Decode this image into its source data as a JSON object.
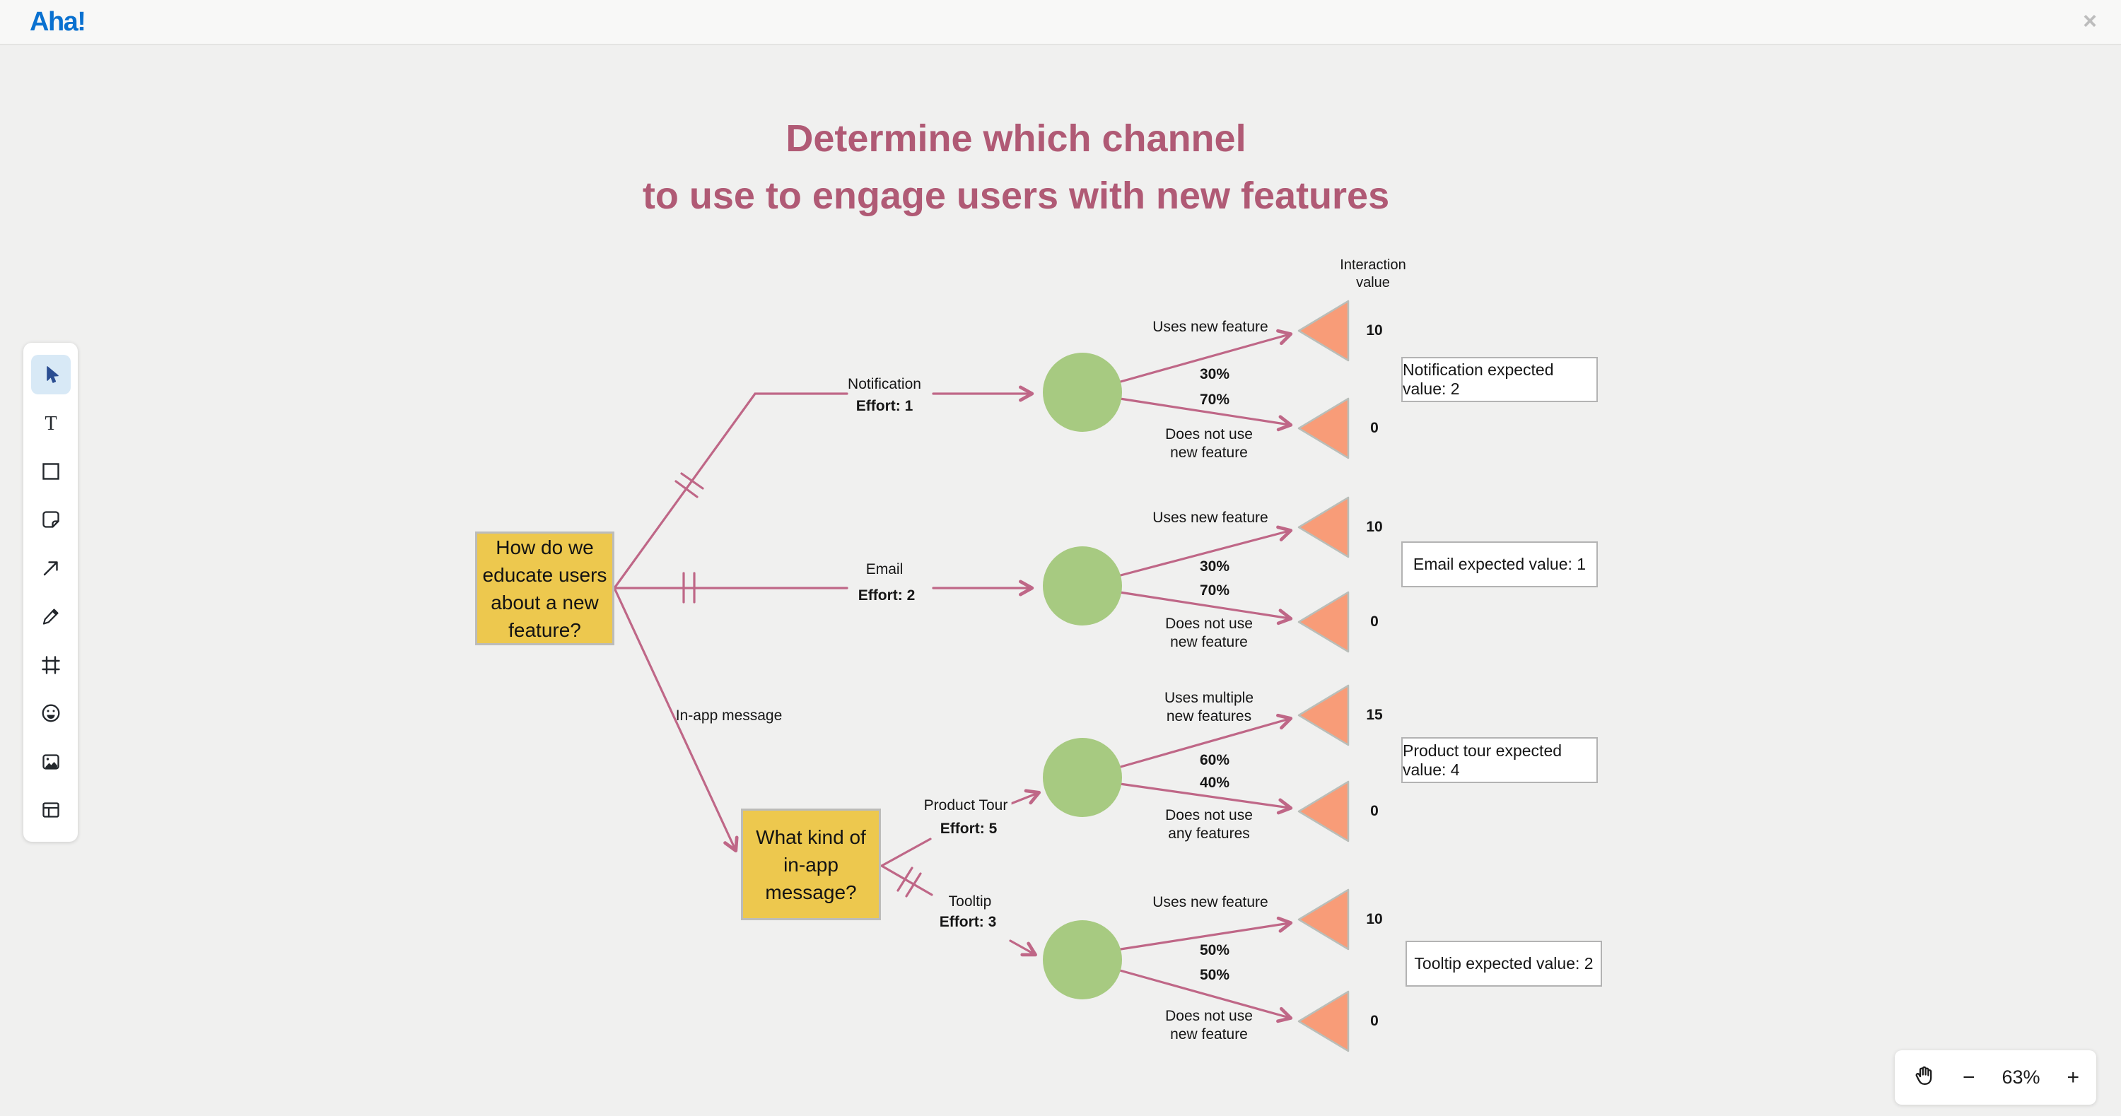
{
  "header": {
    "logo": "Aha!",
    "close": "×"
  },
  "title": {
    "line1": "Determine which channel",
    "line2": "to use to engage users with new features"
  },
  "column": {
    "line1": "Interaction",
    "line2": "value"
  },
  "nodes": {
    "root": {
      "text": "How do we educate users about a new feature?"
    },
    "inapp": {
      "text": "What kind of in-app message?"
    }
  },
  "branches": {
    "notification": {
      "name": "Notification",
      "effort": "Effort: 1"
    },
    "email": {
      "name": "Email",
      "effort": "Effort: 2"
    },
    "inapp": {
      "name": "In-app message"
    },
    "product_tour": {
      "name": "Product Tour",
      "effort": "Effort: 5"
    },
    "tooltip": {
      "name": "Tooltip",
      "effort": "Effort: 3"
    }
  },
  "outcomes": {
    "notification_use": {
      "label1": "Uses new feature",
      "prob": "30%",
      "value": "10"
    },
    "notification_no": {
      "label1": "Does not use",
      "label2": "new feature",
      "prob": "70%",
      "value": "0"
    },
    "email_use": {
      "label1": "Uses new feature",
      "prob": "30%",
      "value": "10"
    },
    "email_no": {
      "label1": "Does not use",
      "label2": "new feature",
      "prob": "70%",
      "value": "0"
    },
    "product_tour_use": {
      "label1": "Uses multiple",
      "label2": "new features",
      "prob": "60%",
      "value": "15"
    },
    "product_tour_no": {
      "label1": "Does not use",
      "label2": "any features",
      "prob": "40%",
      "value": "0"
    },
    "tooltip_use": {
      "label1": "Uses new feature",
      "prob": "50%",
      "value": "10"
    },
    "tooltip_no": {
      "label1": "Does not use",
      "label2": "new feature",
      "prob": "50%",
      "value": "0"
    }
  },
  "expected": {
    "notification": "Notification expected value: 2",
    "email": "Email expected value: 1",
    "product_tour": "Product tour expected value: 4",
    "tooltip": "Tooltip expected value: 2"
  },
  "zoom": {
    "level": "63%",
    "minus": "−",
    "plus": "+"
  },
  "colors": {
    "brand_blue": "#0a71d0",
    "title_rose": "#b05a75",
    "line_pink": "#bf6787",
    "chance_green": "#a7ca81",
    "end_salmon": "#f89c78",
    "note_yellow": "#edc84e",
    "canvas": "#f0f0ef"
  }
}
